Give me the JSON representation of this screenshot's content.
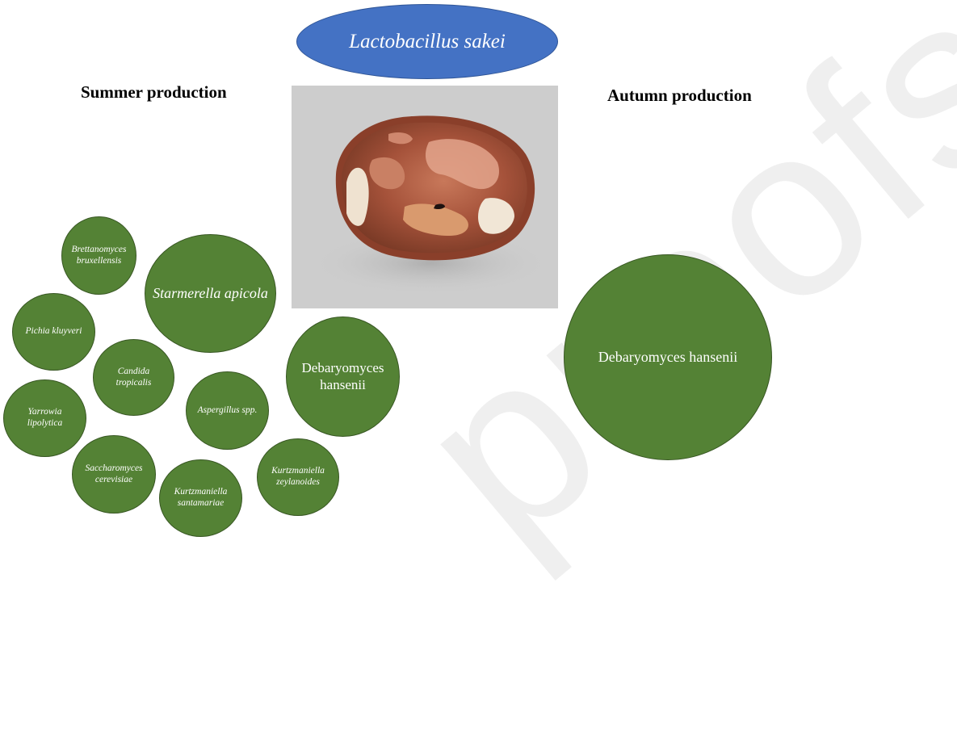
{
  "center": {
    "organism": "Lactobacillus sakei"
  },
  "summer": {
    "heading": "Summer production",
    "species": {
      "brettanomyces": "Brettanomyces bruxellensis",
      "starmerella": "Starmerella apicola",
      "pichia": "Pichia kluyveri",
      "candida": "Candida tropicalis",
      "yarrowia": "Yarrowia lipolytica",
      "aspergillus": "Aspergillus spp.",
      "debaryomyces": "Debaryomyces hansenii",
      "saccharomyces": "Saccharomyces cerevisiae",
      "kurtzmaniella_santamariae": "Kurtzmaniella santamariae",
      "kurtzmaniella_zeylanoides": "Kurtzmaniella zeylanoides"
    }
  },
  "autumn": {
    "heading": "Autumn production",
    "species": {
      "debaryomyces": "Debaryomyces hansenii"
    }
  },
  "watermark": "proofs",
  "colors": {
    "oval_fill": "#4472c4",
    "circle_fill": "#548235",
    "circle_border": "#385723",
    "photo_background": "#cdcdcd"
  }
}
